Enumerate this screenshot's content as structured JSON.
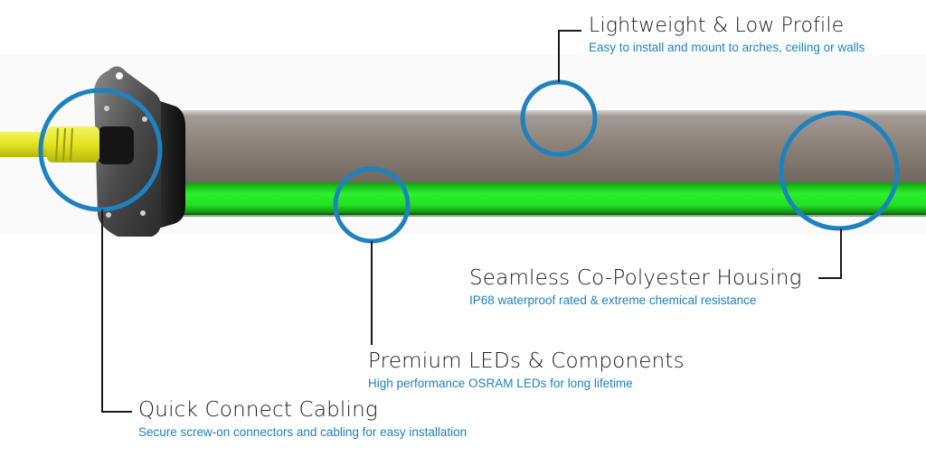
{
  "callouts": {
    "lightweight": {
      "title": "Lightweight & Low Profile",
      "desc": "Easy to install and mount to arches, ceiling or walls"
    },
    "housing": {
      "title": "Seamless Co-Polyester Housing",
      "desc": "IP68 waterproof rated & extreme chemical resistance"
    },
    "leds": {
      "title": "Premium LEDs & Components",
      "desc": "High performance OSRAM LEDs for long lifetime"
    },
    "cabling": {
      "title": "Quick Connect Cabling",
      "desc": "Secure screw-on connectors and cabling for easy installation"
    }
  },
  "colors": {
    "accent_blue": "#1d82bf",
    "led_green": "#22ee22",
    "housing_gray": "#8a8078",
    "cable_yellow": "#e6e82a"
  }
}
